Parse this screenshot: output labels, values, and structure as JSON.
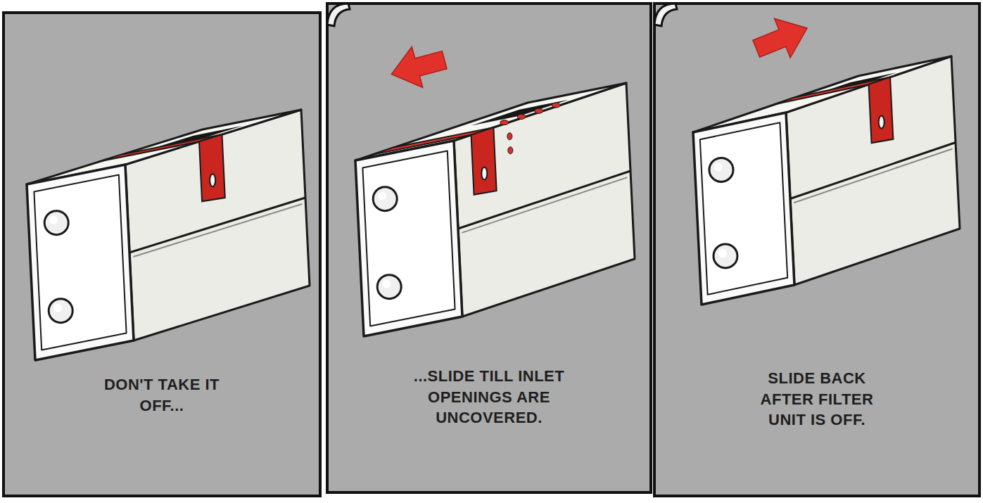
{
  "diagram": {
    "nodes": [
      {
        "text": [
          "DON'T TAKE IT OFF..."
        ]
      },
      {
        "text": [
          "...SLIDE TILL INLET OPENINGS ARE UNCOVERED."
        ]
      },
      {
        "text": [
          "SLIDE BACK AFTER FILTER UNIT IS OFF."
        ]
      }
    ]
  }
}
